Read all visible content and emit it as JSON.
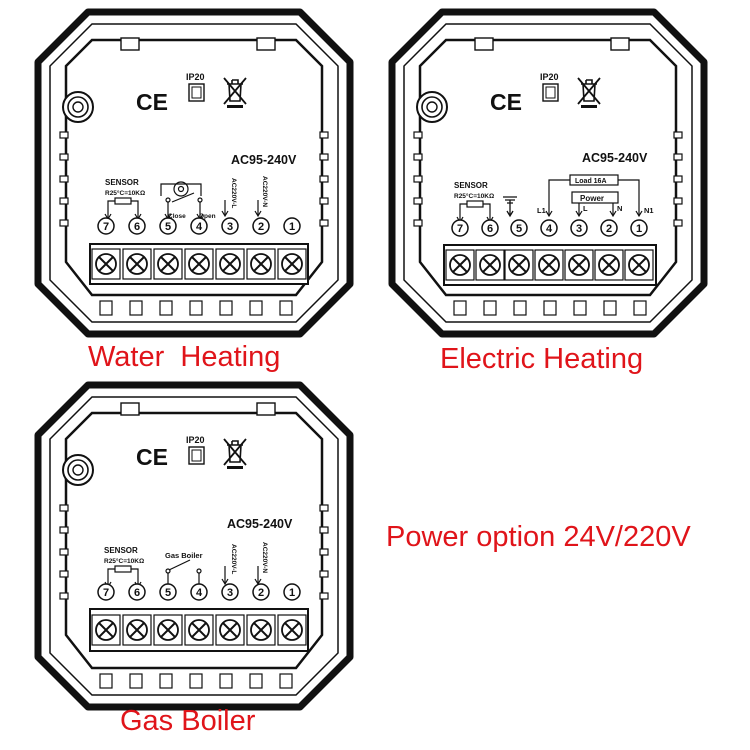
{
  "colors": {
    "caption": "#e0141a",
    "line": "#111111",
    "background": "#ffffff"
  },
  "icons": [
    "ce-mark-icon",
    "crossed-bin-icon",
    "mounting-hole-icon",
    "screw-terminal-icon",
    "sensor-resistor-icon",
    "ground-icon"
  ],
  "panels": [
    {
      "id": "water-heating",
      "caption": "Water  Heating",
      "ce": "CE",
      "ip": "IP20",
      "voltage": "AC95-240V",
      "sensor_title": "SENSOR",
      "sensor_spec": "R25°C=10KΩ",
      "valve_close": "Close",
      "valve_open": "Open",
      "line_label": "AC220V-L",
      "neutral_label": "AC220V-N",
      "terminals": [
        "7",
        "6",
        "5",
        "4",
        "3",
        "2",
        "1"
      ]
    },
    {
      "id": "electric-heating",
      "caption": "Electric Heating",
      "ce": "CE",
      "ip": "IP20",
      "voltage": "AC95-240V",
      "sensor_title": "SENSOR",
      "sensor_spec": "R25°C=10KΩ",
      "load": "Load 16A",
      "power": "Power",
      "l1": "L1",
      "l": "L",
      "n": "N",
      "n1": "N1",
      "terminals": [
        "7",
        "6",
        "5",
        "4",
        "3",
        "2",
        "1"
      ]
    },
    {
      "id": "gas-boiler",
      "caption": "Gas Boiler",
      "ce": "CE",
      "ip": "IP20",
      "voltage": "AC95-240V",
      "sensor_title": "SENSOR",
      "sensor_spec": "R25°C=10KΩ",
      "boiler_label": "Gas Boiler",
      "line_label": "AC220V-L",
      "neutral_label": "AC220V-N",
      "terminals": [
        "7",
        "6",
        "5",
        "4",
        "3",
        "2",
        "1"
      ]
    }
  ],
  "power_note": "Power option 24V/220V"
}
